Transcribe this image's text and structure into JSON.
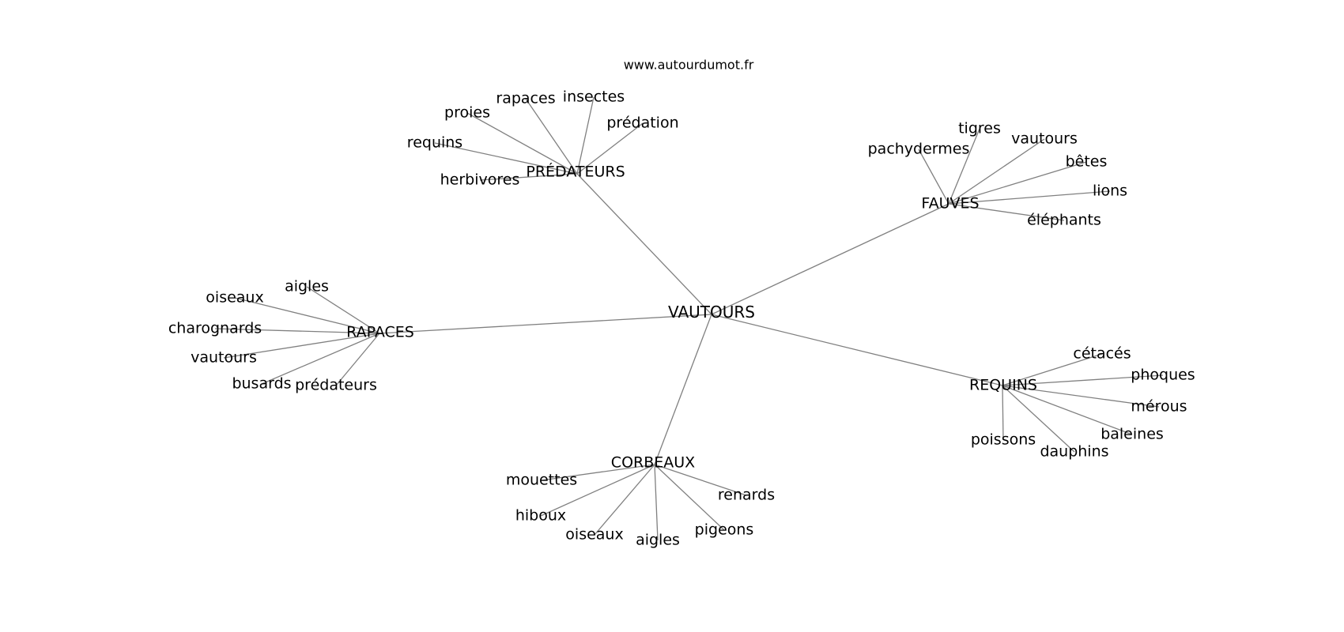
{
  "source": "www.autourdumot.fr",
  "center": {
    "word": "VAUTOURS"
  },
  "clusters": [
    {
      "hub": "PRÉDATEURS",
      "words": [
        "rapaces",
        "insectes",
        "proies",
        "prédation",
        "requins",
        "herbivores"
      ]
    },
    {
      "hub": "FAUVES",
      "words": [
        "tigres",
        "vautours",
        "pachydermes",
        "bêtes",
        "lions",
        "éléphants"
      ]
    },
    {
      "hub": "RAPACES",
      "words": [
        "aigles",
        "oiseaux",
        "charognards",
        "vautours",
        "busards",
        "prédateurs"
      ]
    },
    {
      "hub": "REQUINS",
      "words": [
        "cétacés",
        "phoques",
        "mérous",
        "baleines",
        "poissons",
        "dauphins"
      ]
    },
    {
      "hub": "CORBEAUX",
      "words": [
        "mouettes",
        "renards",
        "hiboux",
        "pigeons",
        "oiseaux",
        "aigles"
      ]
    }
  ],
  "colors": {
    "edge": "#808080",
    "text": "#000000",
    "background": "#ffffff"
  }
}
